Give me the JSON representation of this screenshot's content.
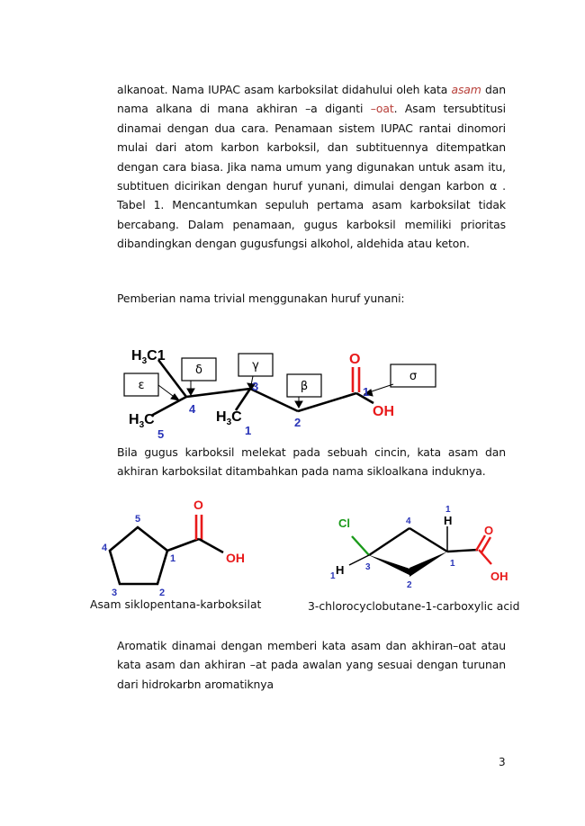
{
  "paragraph1": {
    "part_a": "alkanoat. Nama IUPAC asam karboksilat didahului oleh kata ",
    "highlight_asam": "asam",
    "part_b": " dan nama alkana di mana akhiran –a diganti ",
    "highlight_oat": "–oat",
    "part_c": ". Asam tersubtitusi dinamai dengan dua cara. Penamaan sistem IUPAC rantai dinomori mulai dari atom karbon karboksil, dan subtituennya ditempatkan dengan cara biasa. Jika nama umum yang digunakan untuk asam itu, subtituen dicirikan dengan huruf yunani, dimulai dengan karbon α . Tabel 1. Mencantumkan sepuluh pertama asam karboksilat tidak bercabang. Dalam penamaan, gugus karboksil memiliki prioritas dibandingkan dengan gugusfungsi alkohol, aldehida atau keton."
  },
  "paragraph2": "Pemberian nama trivial menggunakan huruf yunani:",
  "diagram1": {
    "greek_boxes": [
      "ε",
      "δ",
      "γ",
      "β",
      "σ"
    ],
    "atoms": {
      "h3c1_top": "H3C1",
      "h3c_left": "H3C",
      "h3c_mid": "H3C",
      "o": "O",
      "oh": "OH"
    },
    "numbers": [
      "5",
      "4",
      "3",
      "1",
      "2",
      "1"
    ],
    "colors": {
      "oxygen": "#e8191a",
      "numbers": "#2a35b8",
      "bond": "#000000"
    }
  },
  "paragraph3": "Bila gugus karboksil melekat pada sebuah cincin, kata asam dan akhiran karboksilat ditambahkan pada nama sikloalkana induknya.",
  "diagram2": {
    "ring_numbers": [
      "5",
      "4",
      "3",
      "2",
      "1"
    ],
    "o": "O",
    "oh": "OH",
    "caption": "Asam siklopentana-karboksilat"
  },
  "diagram3": {
    "cl": "Cl",
    "h_top": "H",
    "h_left": "H",
    "numbers": [
      "1",
      "4",
      "3",
      "1",
      "2",
      "1"
    ],
    "o": "O",
    "oh": "OH",
    "caption": "3-chlorocyclobutane-1-carboxylic acid",
    "colors": {
      "chlorine": "#1a9a1a"
    }
  },
  "paragraph4": "Aromatik dinamai dengan memberi kata asam dan akhiran–oat atau kata asam dan akhiran –at pada awalan yang sesuai dengan turunan dari hidrokarbn aromatiknya",
  "page_number": "3"
}
